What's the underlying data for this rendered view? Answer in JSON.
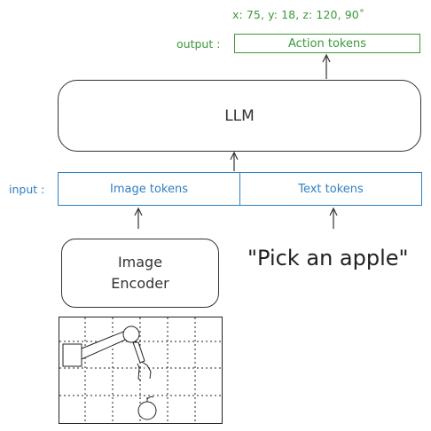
{
  "output": {
    "coordinates_text": "x: 75, y: 18, z: 120, 90˚",
    "label": "output :",
    "box_text": "Action tokens"
  },
  "llm": {
    "label": "LLM"
  },
  "input": {
    "label": "input :",
    "image_tokens": "Image tokens",
    "text_tokens": "Text tokens"
  },
  "encoder": {
    "line1": "Image",
    "line2": "Encoder"
  },
  "prompt": {
    "text": "\"Pick an apple\""
  },
  "colors": {
    "output_green": "#3a9a3a",
    "input_blue": "#2f7fc1",
    "outline": "#333333"
  }
}
